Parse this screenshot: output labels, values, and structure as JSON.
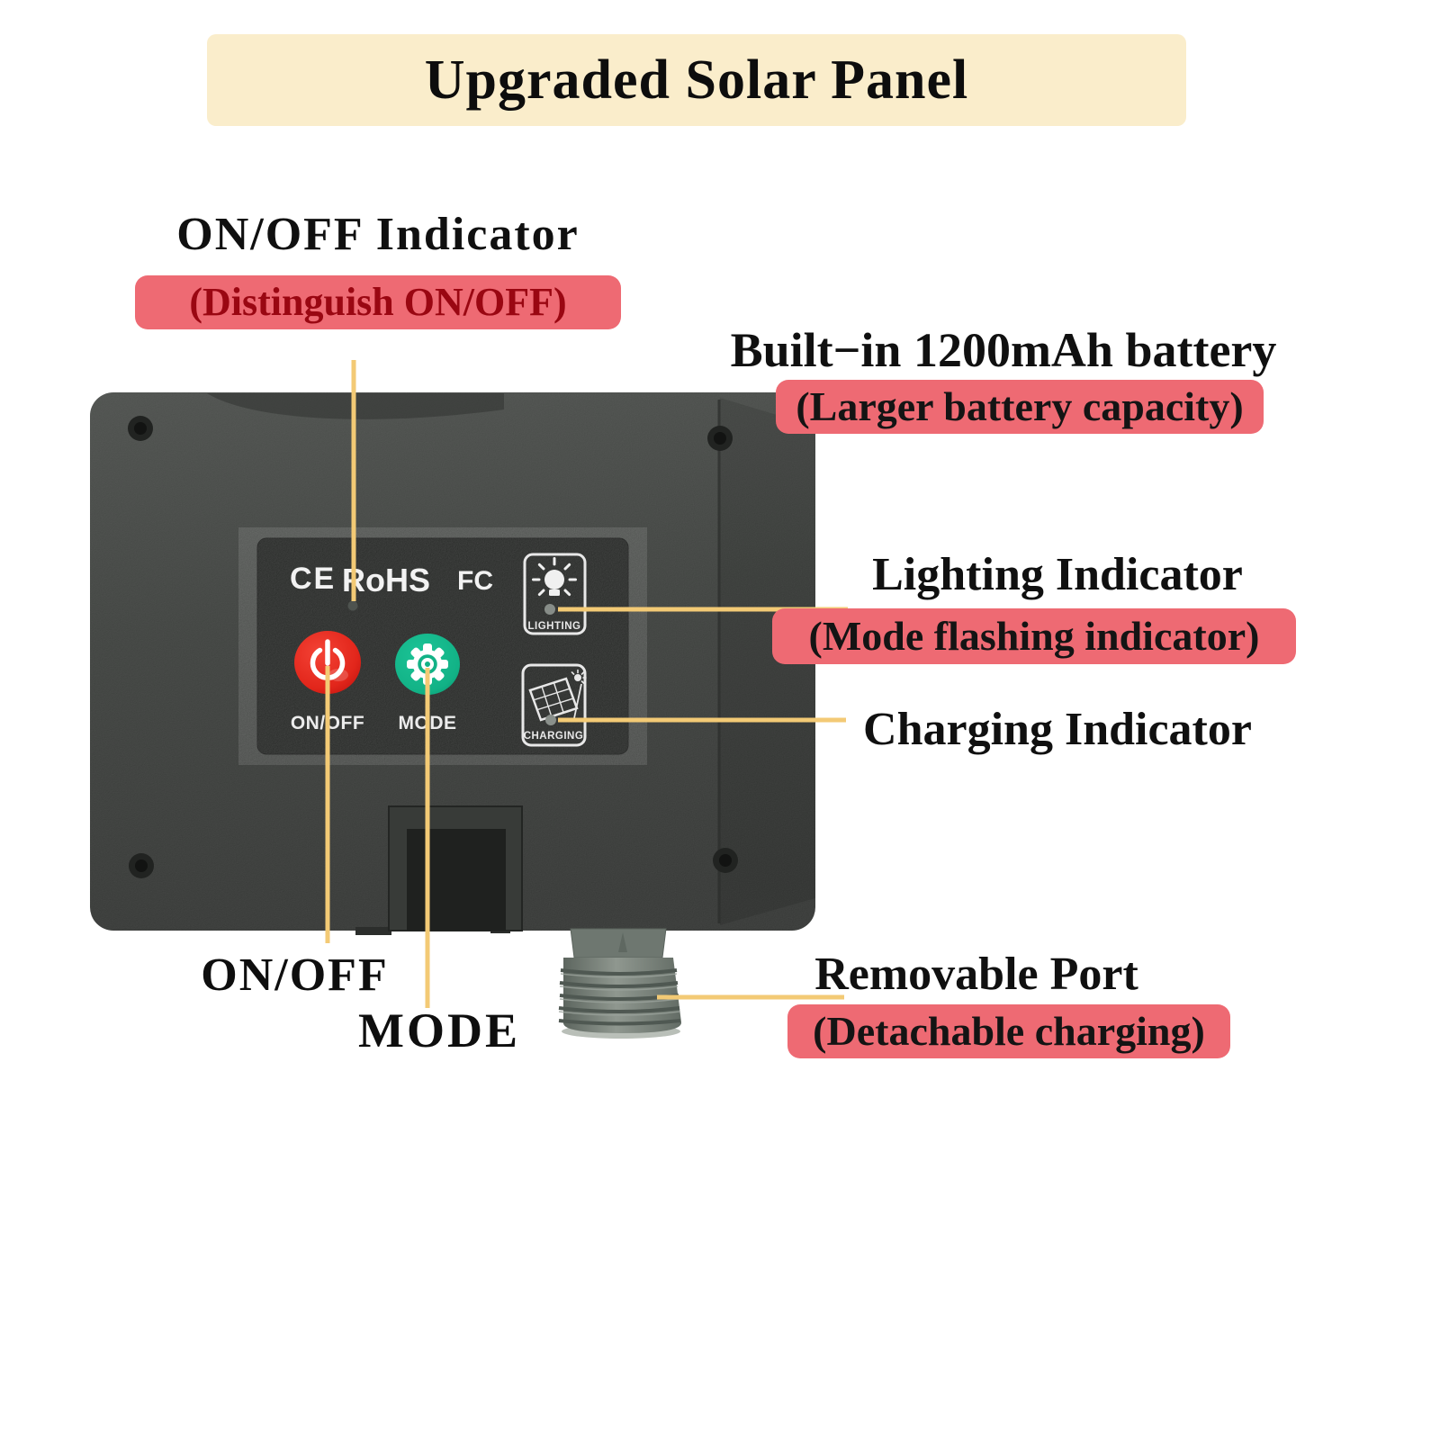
{
  "banner": {
    "title": "Upgraded Solar Panel"
  },
  "annotations": {
    "onoff_indicator": {
      "title": "ON/OFF Indicator",
      "note": "(Distinguish ON/OFF)"
    },
    "battery": {
      "title": "Built−in 1200mAh battery",
      "note": "(Larger battery capacity)"
    },
    "lighting": {
      "title": "Lighting Indicator",
      "note": "(Mode flashing indicator)"
    },
    "charging": {
      "title": "Charging Indicator"
    },
    "port": {
      "title": "Removable Port",
      "note": "(Detachable charging)"
    },
    "onoff_button": "ON/OFF",
    "mode_button": "MODE"
  },
  "device": {
    "certifications": [
      "CE",
      "RoHS",
      "FC"
    ],
    "button_labels": {
      "power": "ON/OFF",
      "mode": "MODE"
    },
    "indicator_labels": {
      "lighting": "LIGHTING",
      "charging": "CHARGING"
    }
  },
  "colors": {
    "banner_bg": "#FAEDCB",
    "highlight_pink": "#EE6A73",
    "note_dark_red": "#9A0712",
    "callout_gold": "#F3CA75",
    "power_button_red": "#E2261B",
    "mode_button_teal": "#12B286"
  }
}
